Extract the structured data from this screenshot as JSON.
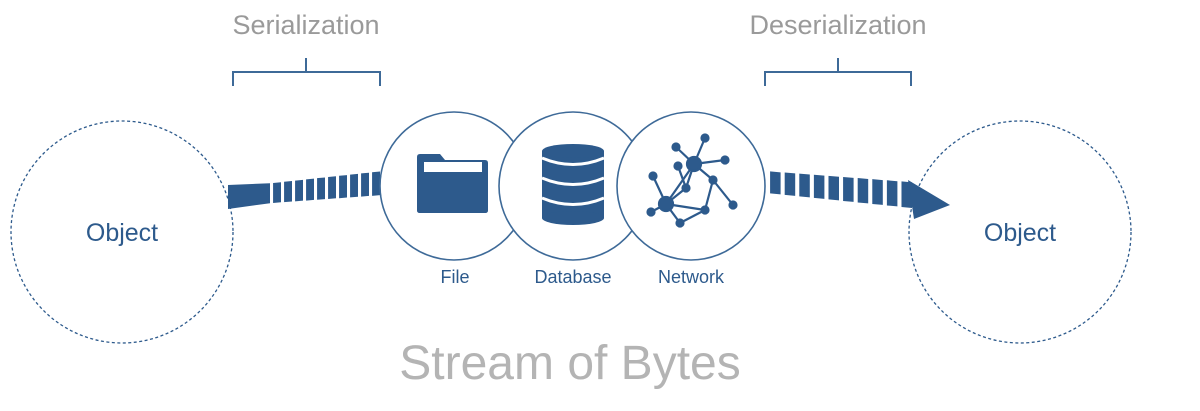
{
  "diagram": {
    "title": "Stream of Bytes",
    "source_object": {
      "label": "Object"
    },
    "target_object": {
      "label": "Object"
    },
    "serialization": {
      "label": "Serialization"
    },
    "deserialization": {
      "label": "Deserialization"
    },
    "storage": [
      {
        "label": "File",
        "icon": "folder-icon"
      },
      {
        "label": "Database",
        "icon": "database-icon"
      },
      {
        "label": "Network",
        "icon": "network-icon"
      }
    ]
  },
  "colors": {
    "primary": "#2d5a8c",
    "outline": "#3e6a98",
    "phase_text": "#9a9a9a",
    "title_text": "#b4b4b4"
  }
}
